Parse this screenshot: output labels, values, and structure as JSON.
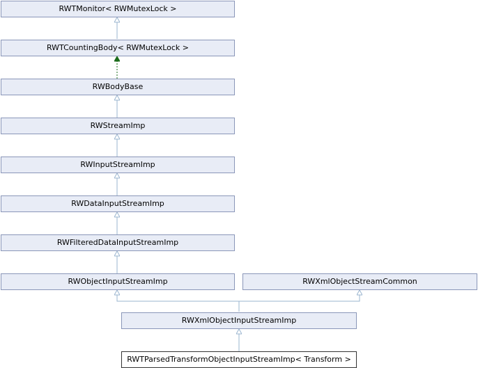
{
  "colors": {
    "node_fill": "#e8ecf6",
    "node_border": "#8a96b8",
    "edge": "#9ab4cf",
    "template_edge": "#1a6b1a",
    "current_fill": "#ffffff",
    "current_border": "#333333"
  },
  "nodes": {
    "monitor": "RWTMonitor< RWMutexLock >",
    "counting_body": "RWTCountingBody< RWMutexLock >",
    "body_base": "RWBodyBase",
    "stream_imp": "RWStreamImp",
    "input_stream_imp": "RWInputStreamImp",
    "data_input_stream_imp": "RWDataInputStreamImp",
    "filtered_data_input_stream_imp": "RWFilteredDataInputStreamImp",
    "object_input_stream_imp": "RWObjectInputStreamImp",
    "xml_object_stream_common": "RWXmlObjectStreamCommon",
    "xml_object_input_stream_imp": "RWXmlObjectInputStreamImp",
    "parsed_transform": "RWTParsedTransformObjectInputStreamImp< Transform >"
  }
}
